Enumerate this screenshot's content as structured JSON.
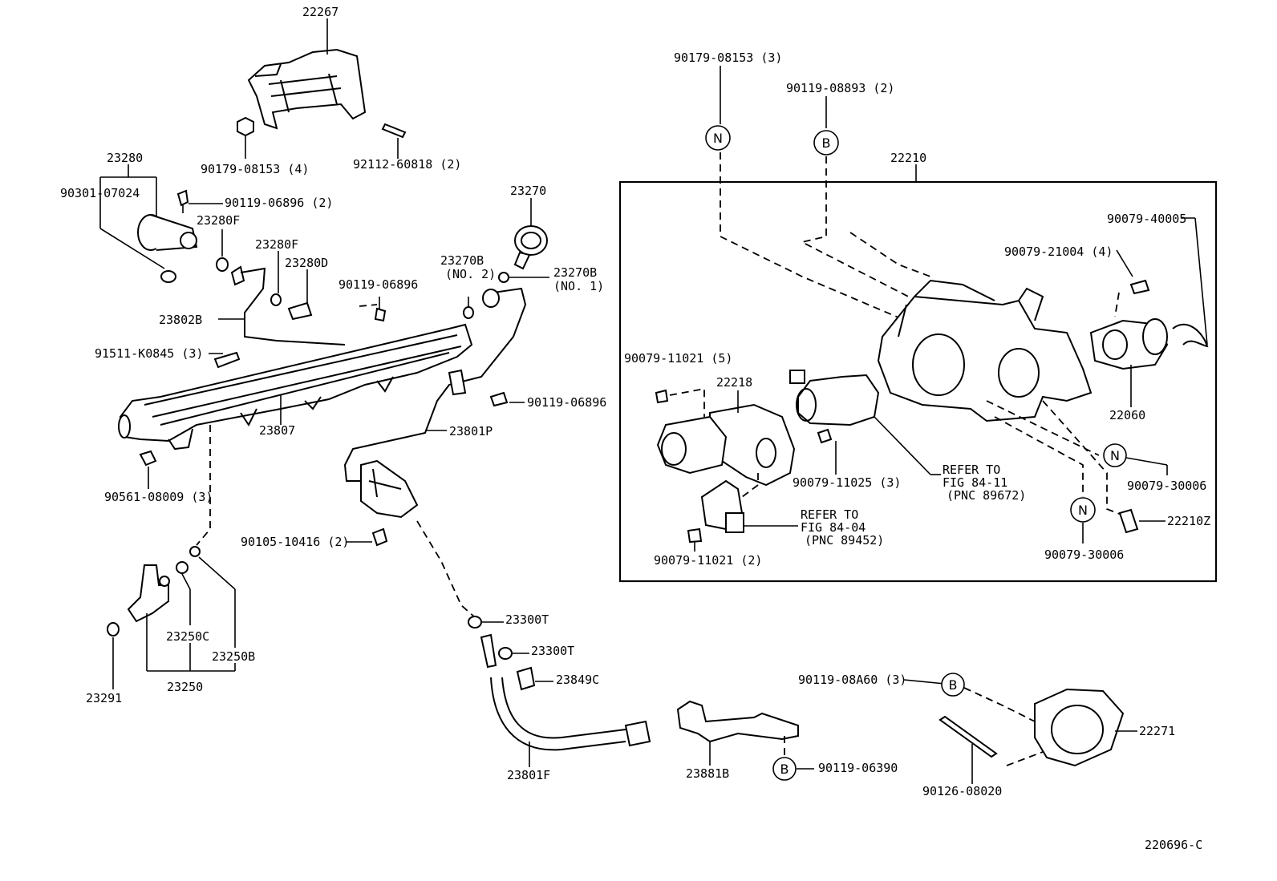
{
  "diagram_id": "220696-C",
  "callouts": {
    "c22267": "22267",
    "c90179_08153_4": "90179-08153 (4)",
    "c92112_60818_2": "92112-60818 (2)",
    "c23280": "23280",
    "c90301_07024": "90301-07024",
    "c90119_06896_2": "90119-06896 (2)",
    "c23280F_a": "23280F",
    "c23280F_b": "23280F",
    "c23280D": "23280D",
    "c23802B": "23802B",
    "c90119_06896_a": "90119-06896",
    "c91511_K0845_3": "91511-K0845 (3)",
    "c23807": "23807",
    "c90561_08009_3": "90561-08009 (3)",
    "c23270": "23270",
    "c23270B_no2": "23270B",
    "c23270B_no2_sub": "(NO. 2)",
    "c23270B_no1": "23270B",
    "c23270B_no1_sub": "(NO. 1)",
    "c90119_06896_b": "90119-06896",
    "c23801P": "23801P",
    "c90105_10416_2": "90105-10416 (2)",
    "c23250C": "23250C",
    "c23250B": "23250B",
    "c23250": "23250",
    "c23291": "23291",
    "c23300T_a": "23300T",
    "c23300T_b": "23300T",
    "c23849C": "23849C",
    "c23801F": "23801F",
    "c23881B": "23881B",
    "c90119_06390": "90119-06390",
    "c90119_08A60_3": "90119-08A60 (3)",
    "c22271": "22271",
    "c90126_08020": "90126-08020",
    "c90179_08153_3": "90179-08153 (3)",
    "c90119_08893_2": "90119-08893 (2)",
    "c22210": "22210",
    "c90079_40005": "90079-40005",
    "c90079_21004_4": "90079-21004 (4)",
    "c22060": "22060",
    "c90079_11021_5": "90079-11021 (5)",
    "c22218": "22218",
    "c90079_11025_3": "90079-11025 (3)",
    "c refer1_l1": "REFER TO",
    "c_refer1_l1": "REFER TO",
    "c_refer1_l2": "FIG 84-11",
    "c_refer1_l3": "(PNC 89672)",
    "c_refer2_l1": "REFER TO",
    "c_refer2_l2": "FIG 84-04",
    "c_refer2_l3": "(PNC 89452)",
    "c90079_11021_2": "90079-11021 (2)",
    "c90079_30006_a": "90079-30006",
    "c22210Z": "22210Z",
    "c90079_30006_b": "90079-30006"
  },
  "symbols": {
    "n": "N",
    "b": "B"
  }
}
